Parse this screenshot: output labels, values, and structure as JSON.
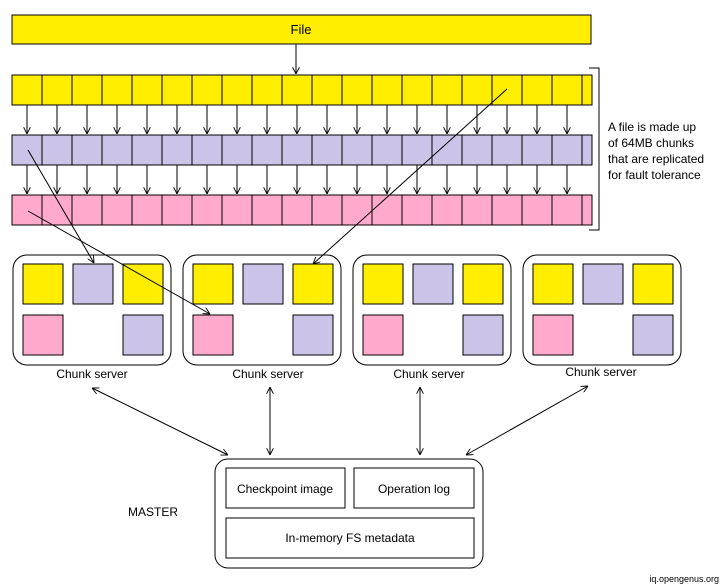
{
  "file": {
    "label": "File"
  },
  "chunk_rows": {
    "count": 19,
    "rows": [
      {
        "color": "#FFEE00"
      },
      {
        "color": "#CCC4E8"
      },
      {
        "color": "#FFAACC"
      }
    ]
  },
  "note": {
    "lines": [
      "A file is made up",
      "of 64MB chunks",
      "that are replicated",
      "for fault tolerance"
    ]
  },
  "chunk_servers": [
    {
      "label": "Chunk server",
      "blocks": [
        [
          "yellow",
          "purple",
          "yellow"
        ],
        [
          "pink",
          null,
          "purple"
        ]
      ]
    },
    {
      "label": "Chunk server",
      "blocks": [
        [
          "yellow",
          "purple",
          "yellow"
        ],
        [
          "pink",
          null,
          "purple"
        ]
      ]
    },
    {
      "label": "Chunk server",
      "blocks": [
        [
          "yellow",
          "purple",
          "yellow"
        ],
        [
          "pink",
          null,
          "purple"
        ]
      ]
    },
    {
      "label": "Chunk server",
      "blocks": [
        [
          "yellow",
          "purple",
          "yellow"
        ],
        [
          "pink",
          null,
          "purple"
        ]
      ]
    }
  ],
  "block_colors": {
    "yellow": "#FFEE00",
    "purple": "#CCC4E8",
    "pink": "#FFAACC"
  },
  "master": {
    "label": "MASTER",
    "checkpoint_label": "Checkpoint image",
    "oplog_label": "Operation log",
    "metadata_label": "In-memory FS metadata"
  },
  "watermark": "iq.opengenus.org"
}
